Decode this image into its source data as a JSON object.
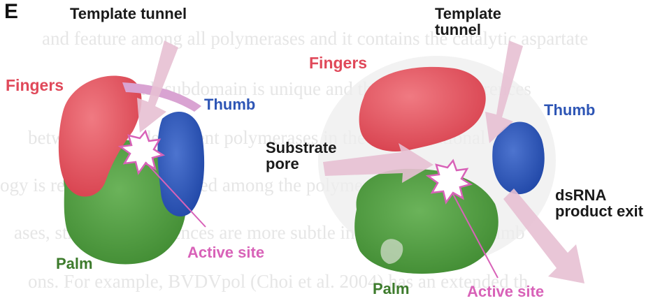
{
  "panel_label": "E",
  "background_text": [
    "and feature among all polymerases and it contains the catalytic aspartate",
    "the thumb subdomain is unique and the striking differences",
    "between RNA-dependent polymerases in the conformational - p",
    "ogy is remarkably conserved among the polymerases (Ref). In",
    "ases, structural differences are more subtle in the fingers and thumb",
    "ons. For example, BVDVpol (Choi et al. 2004) has an extended th"
  ],
  "left_structure": {
    "template_tunnel": "Template tunnel",
    "fingers": "Fingers",
    "thumb": "Thumb",
    "palm": "Palm",
    "active_site": "Active site"
  },
  "right_structure": {
    "template_tunnel": "Template\ntunnel",
    "fingers": "Fingers",
    "thumb": "Thumb",
    "substrate_pore": "Substrate\npore",
    "dsrna_exit": "dsRNA\nproduct exit",
    "palm": "Palm",
    "active_site": "Active site"
  },
  "colors": {
    "fingers": "#e25560",
    "thumb": "#2f57b8",
    "palm": "#4e9a3e",
    "arrow": "#e7c0d3",
    "active_site": "#d862b8",
    "text": "#1a1a1a"
  }
}
